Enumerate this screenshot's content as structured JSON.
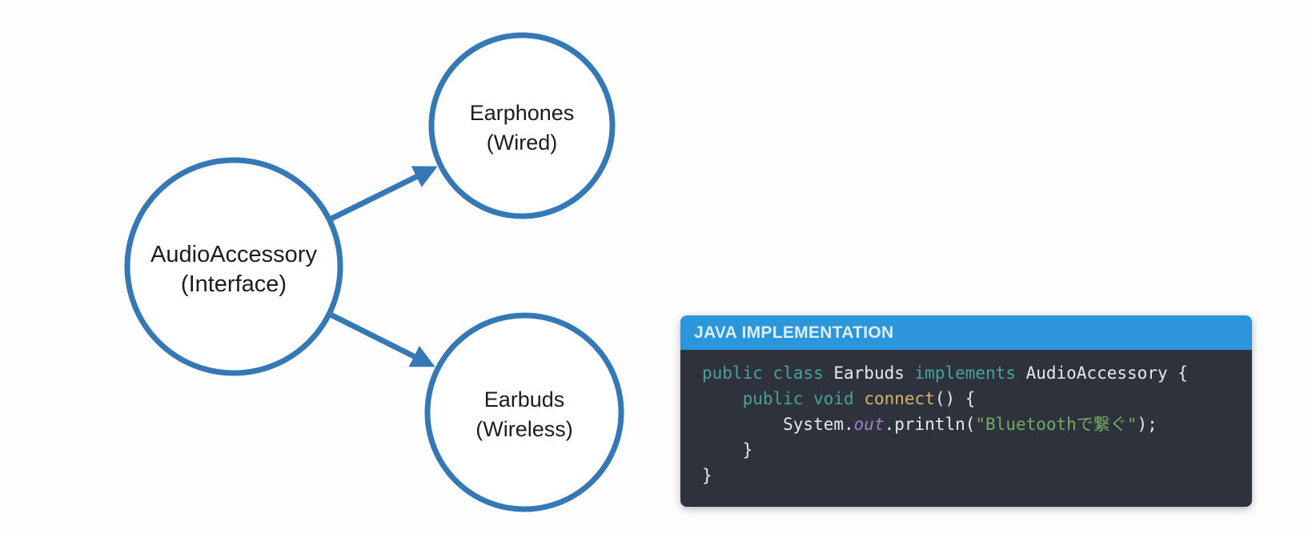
{
  "diagram": {
    "stroke_color": "#3478b5",
    "nodes": [
      {
        "id": "audioaccessory",
        "label_line1": "AudioAccessory",
        "label_line2": "(Interface)"
      },
      {
        "id": "earphones",
        "label_line1": "Earphones",
        "label_line2": "(Wired)"
      },
      {
        "id": "earbuds",
        "label_line1": "Earbuds",
        "label_line2": "(Wireless)"
      }
    ],
    "edges": [
      {
        "from": "audioaccessory",
        "to": "earphones"
      },
      {
        "from": "audioaccessory",
        "to": "earbuds"
      }
    ]
  },
  "code_panel": {
    "title": "JAVA IMPLEMENTATION",
    "header_bg": "#2b96d9",
    "header_text_color": "#ddeefa",
    "body_bg": "#2d323d",
    "language": "Java",
    "lines": [
      [
        {
          "t": "public",
          "c": "kw"
        },
        {
          "t": " ",
          "c": "plain"
        },
        {
          "t": "class",
          "c": "kw"
        },
        {
          "t": " Earbuds ",
          "c": "plain"
        },
        {
          "t": "implements",
          "c": "kw"
        },
        {
          "t": " AudioAccessory {",
          "c": "plain"
        }
      ],
      [
        {
          "t": "    ",
          "c": "plain"
        },
        {
          "t": "public",
          "c": "kw"
        },
        {
          "t": " ",
          "c": "plain"
        },
        {
          "t": "void",
          "c": "kw"
        },
        {
          "t": " ",
          "c": "plain"
        },
        {
          "t": "connect",
          "c": "fn"
        },
        {
          "t": "() {",
          "c": "plain"
        }
      ],
      [
        {
          "t": "        System.",
          "c": "plain"
        },
        {
          "t": "out",
          "c": "field"
        },
        {
          "t": ".println(",
          "c": "plain"
        },
        {
          "t": "\"Bluetoothで繋ぐ\"",
          "c": "str"
        },
        {
          "t": ");",
          "c": "plain"
        }
      ],
      [
        {
          "t": "    }",
          "c": "plain"
        }
      ],
      [
        {
          "t": "}",
          "c": "plain"
        }
      ]
    ]
  }
}
